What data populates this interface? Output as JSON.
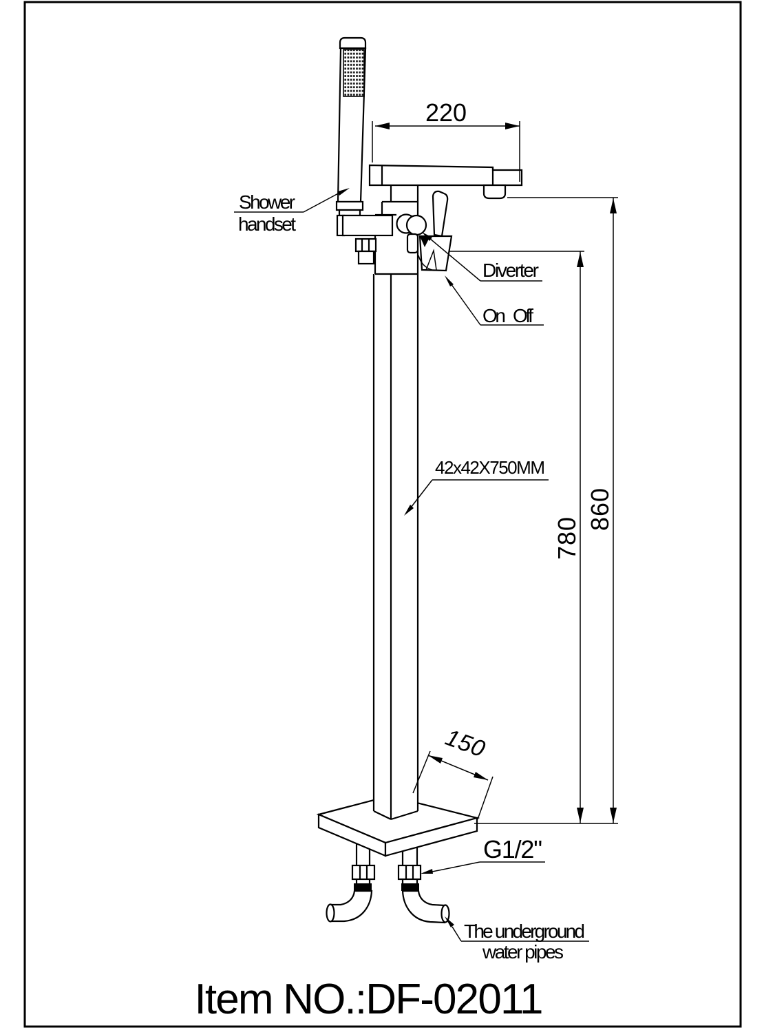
{
  "page": {
    "background_color": "#ffffff",
    "line_color": "#000000"
  },
  "title": {
    "item_no": "Item NO.:DF-02011"
  },
  "annotations": {
    "shower_handset_line1": "Shower",
    "shower_handset_line2": "handset",
    "diverter": "Diverter",
    "on_off": "On Off",
    "column_spec": "42x42X750MM",
    "thread_size": "G1/2\"",
    "underground_line1": "The underground",
    "underground_line2": "water pipes"
  },
  "dimensions": {
    "spout_reach": "220",
    "handle_height": "780",
    "spout_height": "860",
    "base_plate": "150"
  }
}
